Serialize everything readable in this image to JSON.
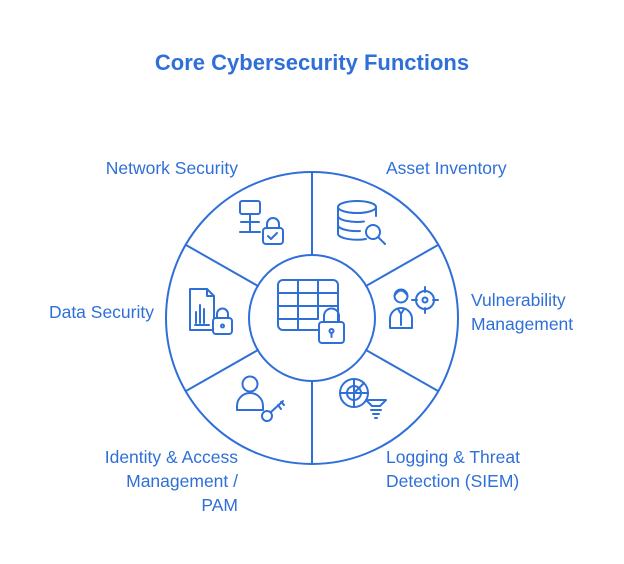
{
  "title": "Core Cybersecurity Functions",
  "colors": {
    "accent": "#2f6fd8",
    "text": "#2f6fd8",
    "background": "#ffffff"
  },
  "center": {
    "icon": "table-lock-icon"
  },
  "functions": [
    {
      "label_lines": [
        "Network Security"
      ],
      "icon": "computer-lock-icon"
    },
    {
      "label_lines": [
        "Asset Inventory"
      ],
      "icon": "database-search-icon"
    },
    {
      "label_lines": [
        "Vulnerability",
        "Management"
      ],
      "icon": "person-target-icon"
    },
    {
      "label_lines": [
        "Logging & Threat",
        "Detection (SIEM)"
      ],
      "icon": "radar-funnel-icon"
    },
    {
      "label_lines": [
        "Identity & Access",
        "Management /",
        "PAM"
      ],
      "icon": "user-key-icon"
    },
    {
      "label_lines": [
        "Data Security"
      ],
      "icon": "document-chart-lock-icon"
    }
  ]
}
